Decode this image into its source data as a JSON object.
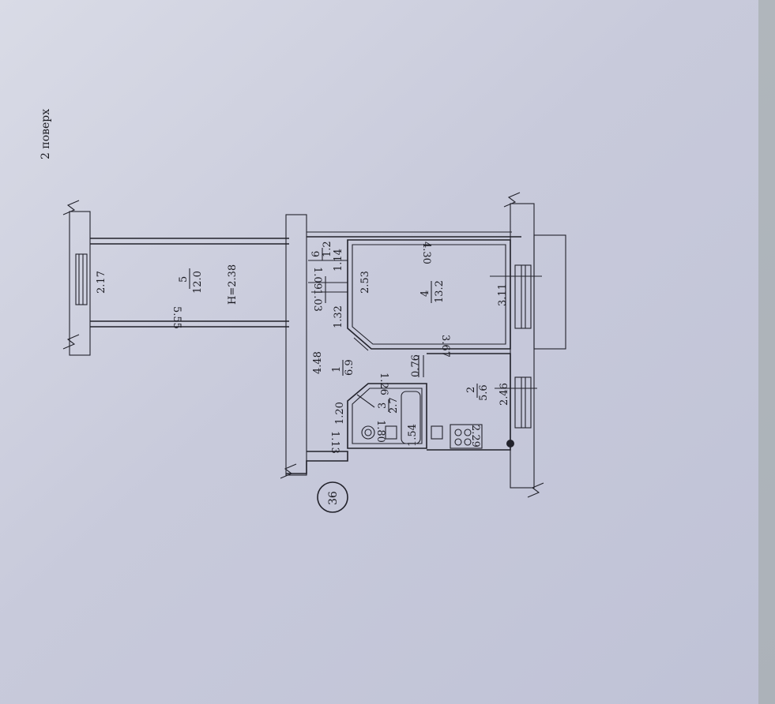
{
  "floor_label": "2 поверх",
  "apartment_number": "36",
  "rooms": {
    "corridor": {
      "number": "1",
      "area": "6.9"
    },
    "kitchen": {
      "number": "2",
      "area": "5.6"
    },
    "bathroom": {
      "number": "3",
      "area": "2.7"
    },
    "living_room": {
      "number": "4",
      "area": "13.2"
    },
    "balcony": {
      "number": "5",
      "area": "12.0",
      "height": "H=2.38"
    },
    "closet": {
      "number": "6",
      "area": "1.2"
    }
  },
  "dimensions": {
    "balcony_width": "2.17",
    "balcony_length": "5.55",
    "corridor_length": "4.48",
    "corridor_short": "1.20",
    "corridor_end": "1.13",
    "closet_a": "1.14",
    "closet_b": "1.09",
    "closet_c": "1.03",
    "corridor_mid": "1.32",
    "room_width": "2.53",
    "room_length": "4.30",
    "room_side": "3.67",
    "window_pier": "3.11",
    "door_gap": "0.76",
    "bath_side": "1.26",
    "bath_length": "1.80",
    "bathtub": "1.54",
    "kitchen_width": "2.46",
    "kitchen_length": "2.29"
  },
  "colors": {
    "paper": "#cdd0e0",
    "ink": "#22222b"
  }
}
